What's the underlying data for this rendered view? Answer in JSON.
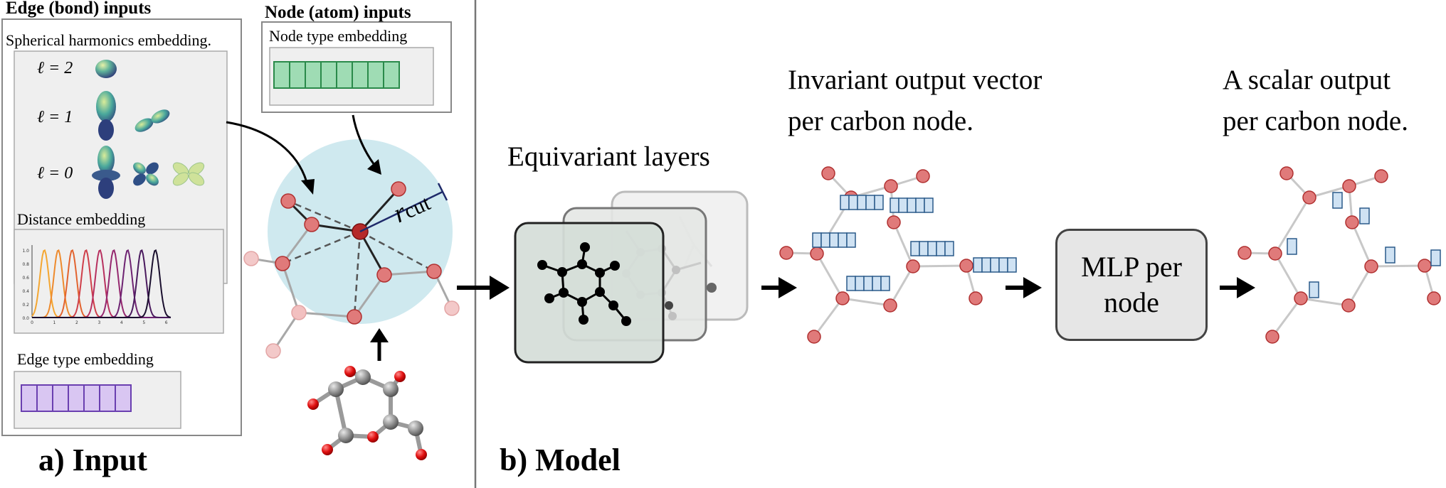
{
  "input_panel": {
    "edge_heading": "Edge (bond) inputs",
    "node_heading": "Node (atom) inputs",
    "sph_label": "Spherical harmonics embedding.",
    "l2": "ℓ = 2",
    "l1": "ℓ = 1",
    "l0": "ℓ = 0",
    "distance_label": "Distance embedding",
    "distance_yticks": [
      "1.0",
      "0.8",
      "0.6",
      "0.4",
      "0.2",
      "0.0"
    ],
    "distance_xticks": [
      "0",
      "1",
      "2",
      "3",
      "4",
      "5",
      "6"
    ],
    "edge_type_label": "Edge type embedding",
    "node_type_label": "Node type embedding",
    "rcut_label": "r",
    "rcut_sub": "cut",
    "title": "a) Input"
  },
  "model_panel": {
    "equivariant_label": "Equivariant layers",
    "invariant_line1": "Invariant output vector",
    "invariant_line2": "per carbon node.",
    "mlp_line1": "MLP per",
    "mlp_line2": "node",
    "scalar_line1": "A scalar output",
    "scalar_line2": "per carbon node.",
    "title": "b) Model"
  },
  "colors": {
    "atom_fill": "#e07a7a",
    "atom_stroke": "#b03030",
    "center_atom": "#b52a2a",
    "cutoff_sphere": "#cfe9ef",
    "node_embedding_fill": "#9fdcb4",
    "node_embedding_stroke": "#2a8a4a",
    "edge_embedding_fill": "#d9c6f2",
    "edge_embedding_stroke": "#6a3fb0",
    "vector_fill": "#cfe2f3",
    "vector_stroke": "#2a5a8a",
    "mlp_fill": "#e6e6e6",
    "gaussian_curves": [
      "#f4a631",
      "#ee8a2d",
      "#e2632f",
      "#cf3f4a",
      "#b7305f",
      "#95286f",
      "#6e2372",
      "#4a1a5e",
      "#1a0f2e"
    ]
  }
}
